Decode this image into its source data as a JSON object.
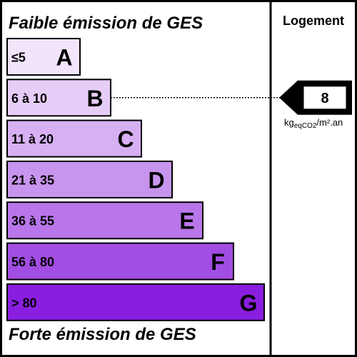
{
  "top_label": "Faible émission de GES",
  "bottom_label": "Forte émission de GES",
  "column_header": "Logement",
  "classes": [
    {
      "range": "≤5",
      "letter": "A",
      "color": "#f2e5fb"
    },
    {
      "range": "6 à 10",
      "letter": "B",
      "color": "#e6cdf8"
    },
    {
      "range": "11 à 20",
      "letter": "C",
      "color": "#d6b0f3"
    },
    {
      "range": "21 à 35",
      "letter": "D",
      "color": "#c895ee"
    },
    {
      "range": "36 à 55",
      "letter": "E",
      "color": "#b976ea"
    },
    {
      "range": "56 à 80",
      "letter": "F",
      "color": "#a24de3"
    },
    {
      "range": "> 80",
      "letter": "G",
      "color": "#8a1ee0"
    }
  ],
  "indicator": {
    "value": "8",
    "class": "B",
    "unit_main": "kg",
    "unit_sub": "eqCO2",
    "unit_tail": "/m².an"
  },
  "colors": {
    "border": "#000000",
    "indicator_fill": "#000000",
    "value_box": "#ffffff"
  }
}
